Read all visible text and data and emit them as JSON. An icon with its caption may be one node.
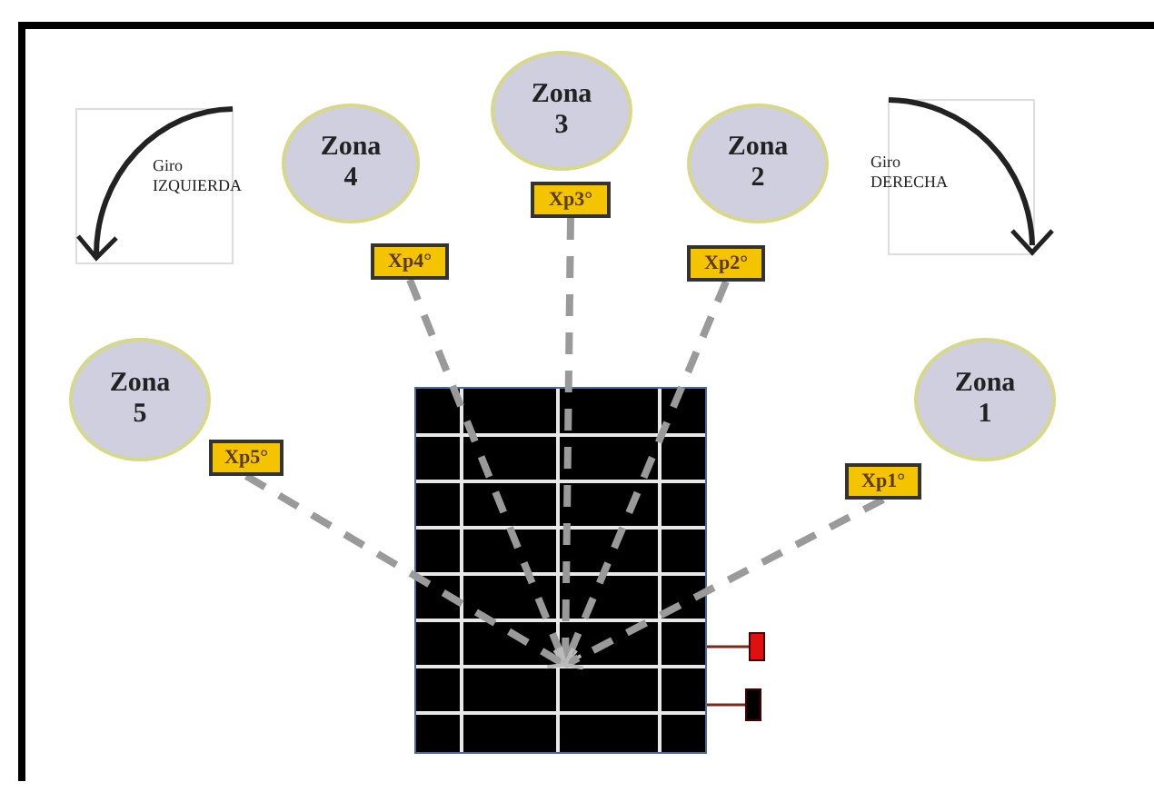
{
  "diagram": {
    "nodes": [
      {
        "text": [
          "Zona 4"
        ]
      },
      {
        "text": [
          "Zona 3"
        ]
      },
      {
        "text": [
          "Zona 2"
        ]
      },
      {
        "text": [
          "Zona 5"
        ]
      },
      {
        "text": [
          "Zona 1"
        ]
      },
      {
        "text": [
          "Xp4°"
        ]
      },
      {
        "text": [
          "Xp3°"
        ]
      },
      {
        "text": [
          "Xp2°"
        ]
      },
      {
        "text": [
          "Xp5°"
        ]
      },
      {
        "text": [
          "Xp1°"
        ]
      },
      {
        "text": [],
        "shape": "box"
      },
      {
        "text": [],
        "shape": "bar"
      },
      {
        "text": [],
        "shape": "bar"
      }
    ],
    "edges": [
      {
        "from": 5,
        "to": 10,
        "arrow": "to",
        "style": "dashed"
      },
      {
        "from": 6,
        "to": 10,
        "arrow": "to",
        "style": "dashed"
      },
      {
        "from": 7,
        "to": 10,
        "arrow": "to",
        "style": "dashed"
      },
      {
        "from": 8,
        "to": 10,
        "arrow": "to",
        "style": "dashed"
      },
      {
        "from": 9,
        "to": 10,
        "arrow": "to",
        "style": "dashed"
      },
      {
        "from": 10,
        "to": 11,
        "arrow": "none",
        "color": "#7a2a1a"
      },
      {
        "from": 10,
        "to": 12,
        "arrow": "none",
        "color": "#7a2a1a"
      }
    ],
    "labels": [
      "Giro IZQUIERDA",
      "Giro DERECHA"
    ]
  }
}
